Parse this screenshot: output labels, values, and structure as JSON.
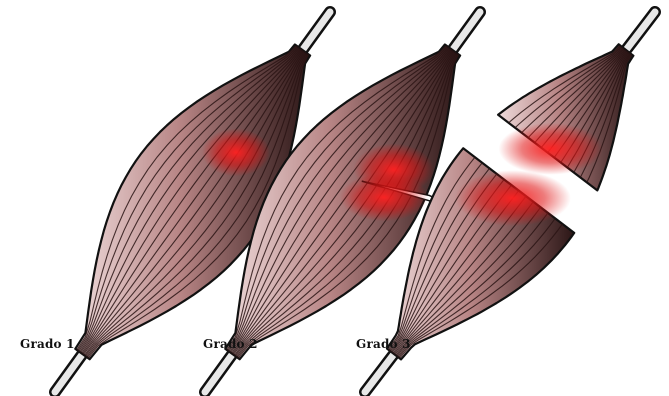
{
  "grades": [
    {
      "label": "Grado 1",
      "tear": "none"
    },
    {
      "label": "Grado 2",
      "tear": "partial"
    },
    {
      "label": "Grado 3",
      "tear": "complete"
    }
  ],
  "colors": {
    "background": "#ffffff",
    "outline": "#111111",
    "fiber": "#2a1414",
    "muscle_light": "#c9a2a2",
    "muscle_dark": "#2b1616",
    "tendon": "#e8e8e8",
    "injury_red": "#e01010"
  }
}
